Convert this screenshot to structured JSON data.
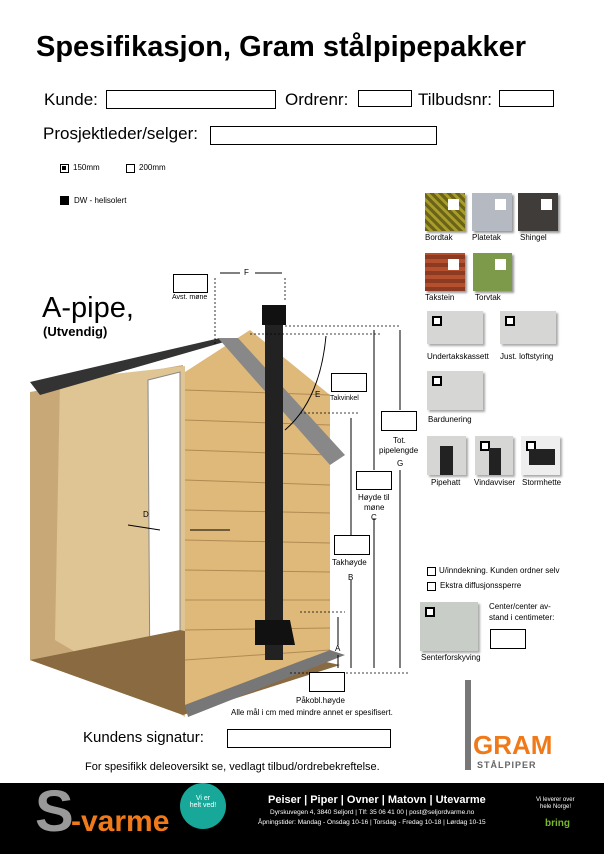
{
  "title": "Spesifikasjon, Gram stålpipepakker",
  "form": {
    "kunde": "Kunde:",
    "ordrenr": "Ordrenr:",
    "tilbudsnr": "Tilbudsnr:",
    "prosjektleder": "Prosjektleder/selger:",
    "kunde_value": "",
    "ordrenr_value": "",
    "tilbudsnr_value": "",
    "prosjektleder_value": ""
  },
  "diameter": {
    "opt1": "150mm",
    "opt2": "200mm",
    "selected": "150mm"
  },
  "dw": {
    "label": "DW - helisolert",
    "checked": true
  },
  "heading": {
    "title": "A-pipe,",
    "subtitle": "(Utvendig)"
  },
  "roof": [
    "Bordtak",
    "Platetak",
    "Shingel",
    "Takstein",
    "Torvtak"
  ],
  "accessories": [
    "Undertakskassett",
    "Just. loftstyring",
    "Bardunering",
    "Pipehatt",
    "Vindavviser",
    "Stormhette"
  ],
  "options": [
    "U/inndekning. Kunden ordner selv",
    "Ekstra diffusjonssperre"
  ],
  "senter": {
    "label": "Senterforskyving",
    "cc_label_1": "Center/center av-",
    "cc_label_2": "stand i centimeter:"
  },
  "dims": {
    "avst": "Avst. møne",
    "F": "F",
    "E": "E",
    "D": "D",
    "takvinkel": "Takvinkel",
    "tot1": "Tot.",
    "tot2": "pipelengde",
    "G": "G",
    "hoyde1": "Høyde til",
    "hoyde2": "møne",
    "C": "C",
    "takhoyde": "Takhøyde",
    "B": "B",
    "A": "A",
    "pakobl": "Påkobl.høyde",
    "note": "Alle mål i cm med mindre annet er spesifisert."
  },
  "signature": {
    "label": "Kundens signatur:",
    "value": ""
  },
  "footnote": "For spesifikk deleoversikt se, vedlagt tilbud/ordrebekreftelse.",
  "gram": {
    "name": "GRAM",
    "sub": "STÅLPIPER"
  },
  "footer": {
    "brand": "-varme",
    "badge1": "Vi er",
    "badge2": "helt ved!",
    "products": "Peiser | Piper | Ovner | Matovn | Utevarme",
    "address": "Dyrskuvegen 4, 3840 Seljord | Tlf: 35 06 41 00 | post@seljordvarme.no",
    "hours": "Åpningstider: Mandag - Onsdag 10-16 | Torsdag - Fredag 10-18 | Lørdag 10-15",
    "deliver1": "Vi leverer over",
    "deliver2": "hele Norge!",
    "bring": "bring"
  },
  "colors": {
    "orange": "#f07a1a",
    "teal": "#17a89a",
    "bring": "#7ab929"
  }
}
